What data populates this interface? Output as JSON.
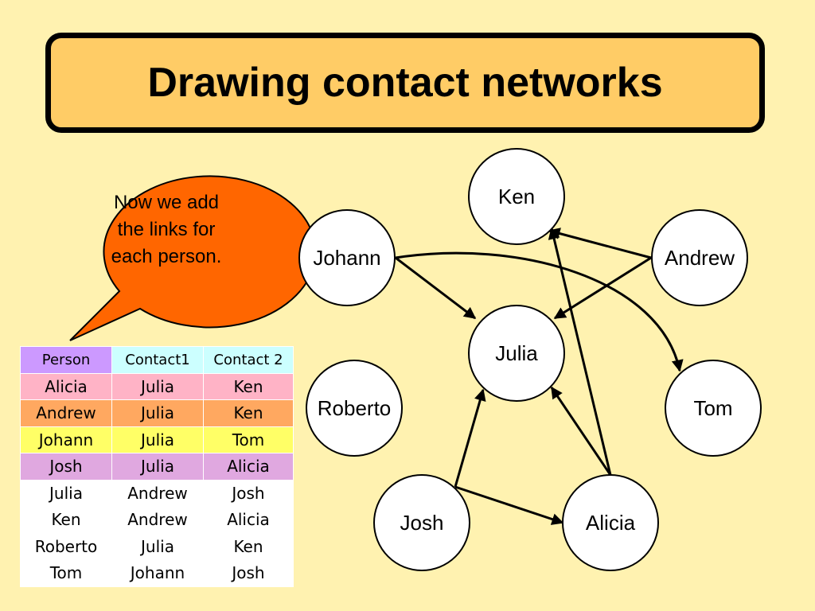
{
  "title": "Drawing contact networks",
  "callout": [
    "Now we add",
    "the links for",
    "each person."
  ],
  "table": {
    "headers": [
      "Person",
      "Contact1",
      "Contact 2"
    ],
    "header_colors": [
      "#cc99ff",
      "#ccffff",
      "#ccffff"
    ],
    "rows": [
      {
        "cells": [
          "Alicia",
          "Julia",
          "Ken"
        ],
        "color": "#ffb3c6"
      },
      {
        "cells": [
          "Andrew",
          "Julia",
          "Ken"
        ],
        "color": "#ffa860"
      },
      {
        "cells": [
          "Johann",
          "Julia",
          "Tom"
        ],
        "color": "#ffff66"
      },
      {
        "cells": [
          "Josh",
          "Julia",
          "Alicia"
        ],
        "color": "#e0a8e0"
      },
      {
        "cells": [
          "Julia",
          "Andrew",
          "Josh"
        ],
        "color": "#ffffff"
      },
      {
        "cells": [
          "Ken",
          "Andrew",
          "Alicia"
        ],
        "color": "#ffffff"
      },
      {
        "cells": [
          "Roberto",
          "Julia",
          "Ken"
        ],
        "color": "#ffffff"
      },
      {
        "cells": [
          "Tom",
          "Johann",
          "Josh"
        ],
        "color": "#ffffff"
      }
    ]
  },
  "network": {
    "nodes": [
      {
        "id": "ken",
        "label": "Ken"
      },
      {
        "id": "johann",
        "label": "Johann"
      },
      {
        "id": "andrew",
        "label": "Andrew"
      },
      {
        "id": "julia",
        "label": "Julia"
      },
      {
        "id": "roberto",
        "label": "Roberto"
      },
      {
        "id": "tom",
        "label": "Tom"
      },
      {
        "id": "josh",
        "label": "Josh"
      },
      {
        "id": "alicia",
        "label": "Alicia"
      }
    ],
    "edges": [
      {
        "from": "johann",
        "to": "julia"
      },
      {
        "from": "johann",
        "to": "tom"
      },
      {
        "from": "andrew",
        "to": "ken"
      },
      {
        "from": "andrew",
        "to": "julia"
      },
      {
        "from": "josh",
        "to": "julia"
      },
      {
        "from": "josh",
        "to": "alicia"
      },
      {
        "from": "alicia",
        "to": "julia"
      },
      {
        "from": "alicia",
        "to": "ken"
      }
    ]
  },
  "colors": {
    "background": "#fff2b0",
    "title_fill": "#ffcc66",
    "callout_fill": "#ff6600"
  }
}
